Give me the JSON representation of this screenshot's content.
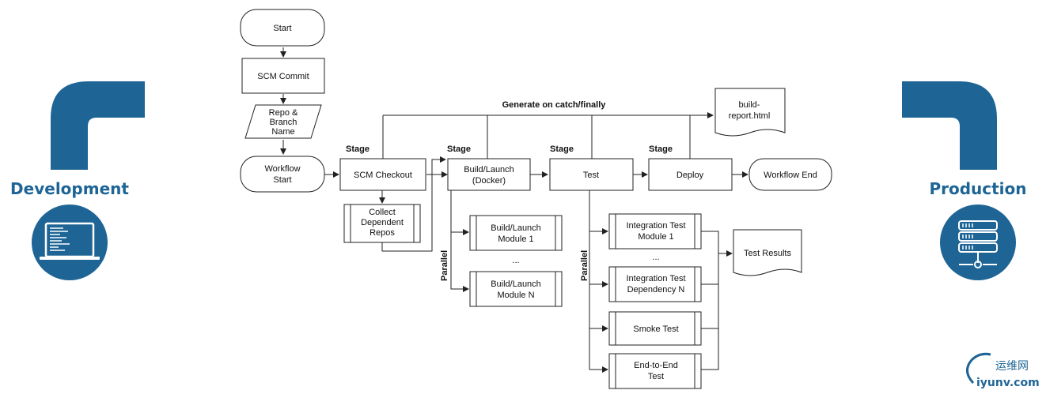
{
  "colors": {
    "pipe": "#1e6596",
    "text": "#1e6596",
    "line": "#222222"
  },
  "left_side": {
    "label": "Development",
    "icon": "laptop-icon"
  },
  "right_side": {
    "label": "Production",
    "icon": "server-rack-icon"
  },
  "flow": {
    "start": "Start",
    "scm_commit": "SCM Commit",
    "repo_branch": [
      "Repo &",
      "Branch",
      "Name"
    ],
    "workflow_start": [
      "Workflow",
      "Start"
    ],
    "scm_checkout": "SCM Checkout",
    "collect_repos": [
      "Collect",
      "Dependent",
      "Repos"
    ],
    "build_launch": [
      "Build/Launch",
      "(Docker)"
    ],
    "build_module_1": [
      "Build/Launch",
      "Module 1"
    ],
    "build_module_n": [
      "Build/Launch",
      "Module N"
    ],
    "test": "Test",
    "deploy": "Deploy",
    "workflow_end": "Workflow End",
    "build_report": [
      "build-",
      "report.html"
    ],
    "generate_label": "Generate on catch/finally",
    "stage_label": "Stage",
    "parallel_label": "Parallel",
    "ellipsis": "...",
    "integration_test_1": [
      "Integration Test",
      "Module 1"
    ],
    "integration_test_dep": [
      "Integration Test",
      "Dependency N"
    ],
    "smoke_test": "Smoke Test",
    "e2e_test": [
      "End-to-End",
      "Test"
    ],
    "test_results": "Test Results"
  },
  "watermark": {
    "cn": "运维网",
    "domain": "iyunv.com"
  }
}
